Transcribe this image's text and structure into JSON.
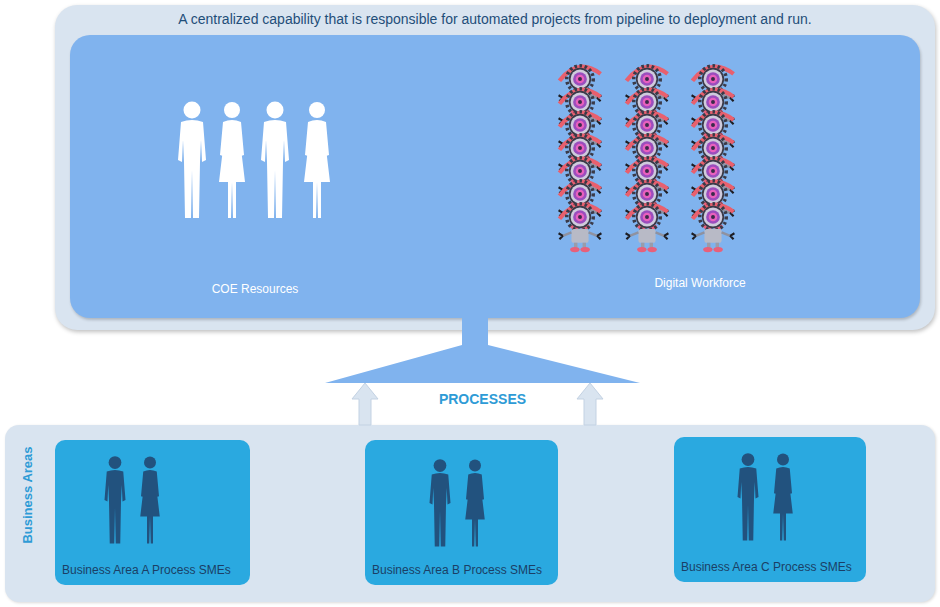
{
  "diagram": {
    "nodes": [
      {
        "text": [
          "A centralized capability that is responsible for automated projects from pipeline to deployment and run."
        ]
      },
      {
        "text": [
          "COE Resources",
          "Digital Workforce"
        ],
        "in": 0
      },
      {
        "text": [
          "PROCESSES"
        ]
      },
      {
        "text": [
          "Business Areas"
        ]
      },
      {
        "text": [
          "Business Area A Process SMEs"
        ],
        "in": 3
      },
      {
        "text": [
          "Business Area B Process SMEs"
        ],
        "in": 3
      },
      {
        "text": [
          "Business Area C Process SMEs"
        ],
        "in": 3
      }
    ],
    "edges": [
      {
        "from": 3,
        "to": 2,
        "arrow": "to"
      },
      {
        "from": 3,
        "to": 2,
        "arrow": "to"
      }
    ]
  }
}
